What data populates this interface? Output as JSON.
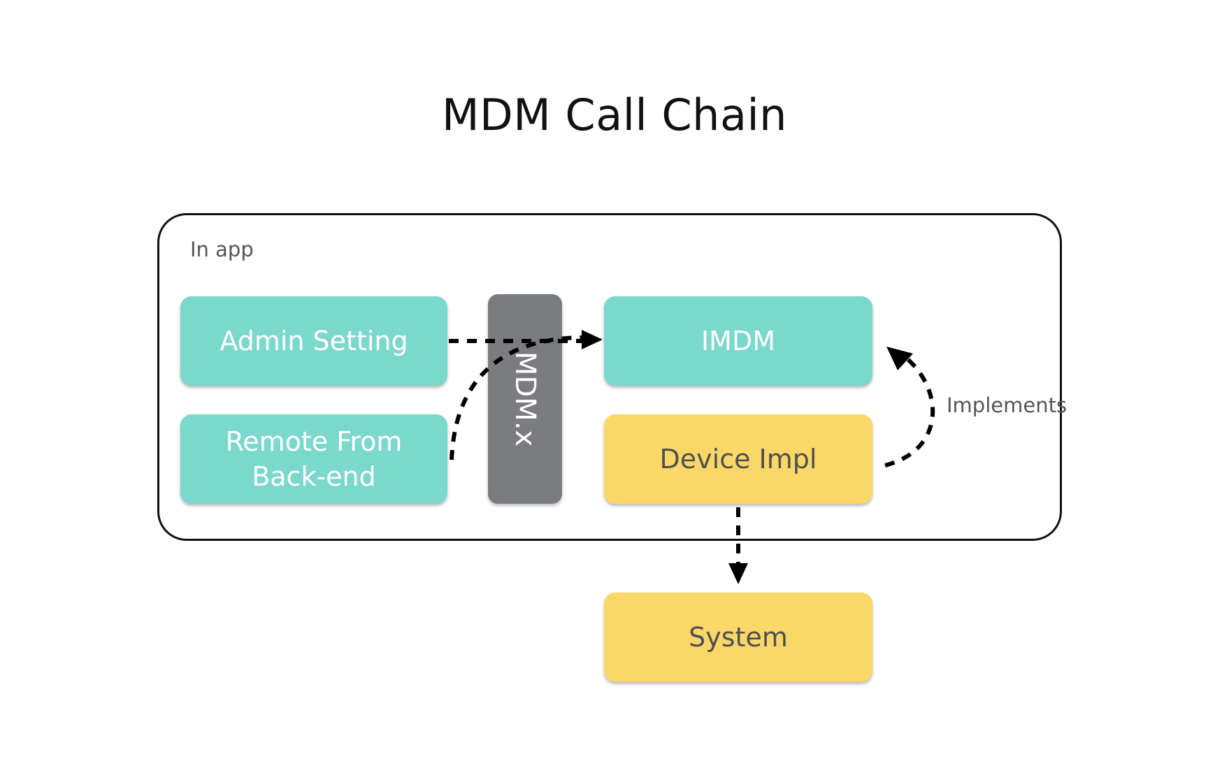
{
  "title": "MDM Call Chain",
  "container": {
    "label": "In app"
  },
  "boxes": {
    "admin_setting": "Admin Setting",
    "remote_line1": "Remote From",
    "remote_line2": "Back-end",
    "imdm": "IMDM",
    "device_impl": "Device Impl",
    "system": "System"
  },
  "mdm_bar": {
    "label": "MDM.x"
  },
  "edges": {
    "implements_label": "Implements"
  },
  "colors": {
    "teal": "#7bd8cd",
    "yellow": "#fbd768",
    "gray": "#7b7c80",
    "arrow": "#000000"
  }
}
